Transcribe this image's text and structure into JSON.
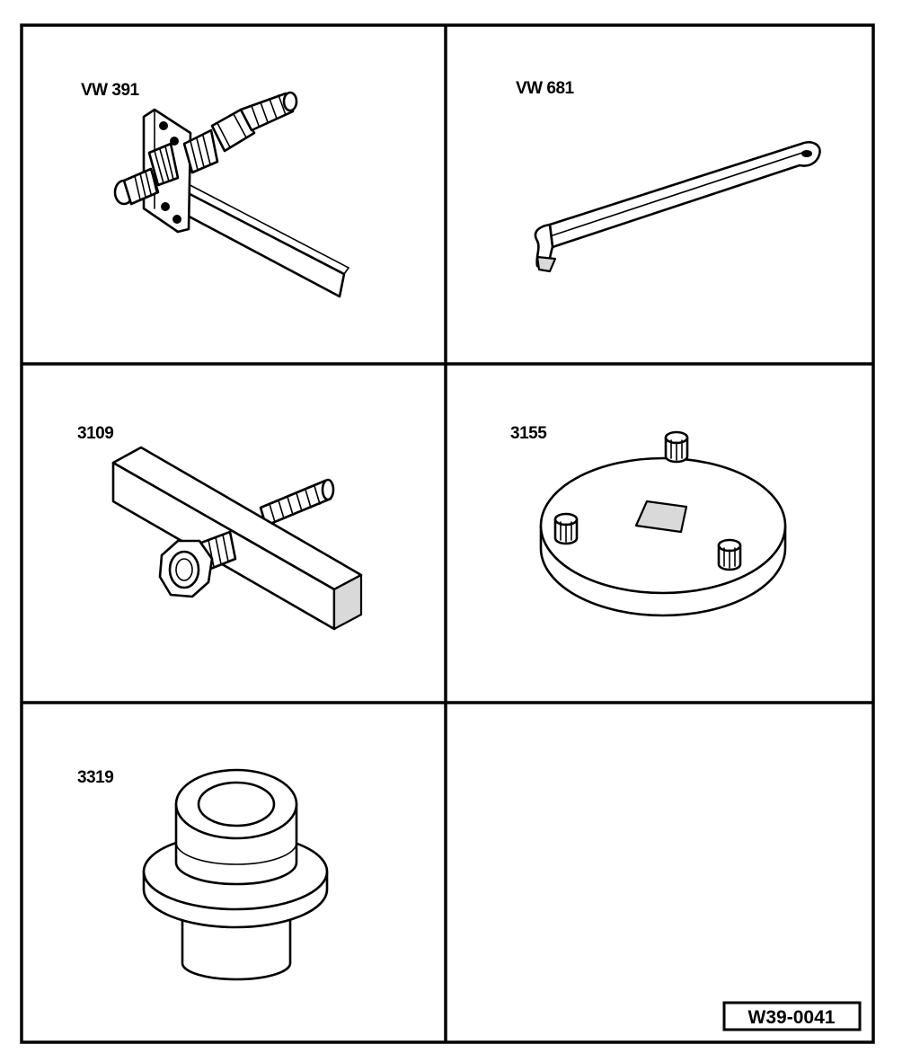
{
  "figure_ref": "W39-0041",
  "tools": [
    {
      "label": "VW 391"
    },
    {
      "label": "VW 681"
    },
    {
      "label": "3109"
    },
    {
      "label": "3155"
    },
    {
      "label": "3319"
    }
  ]
}
